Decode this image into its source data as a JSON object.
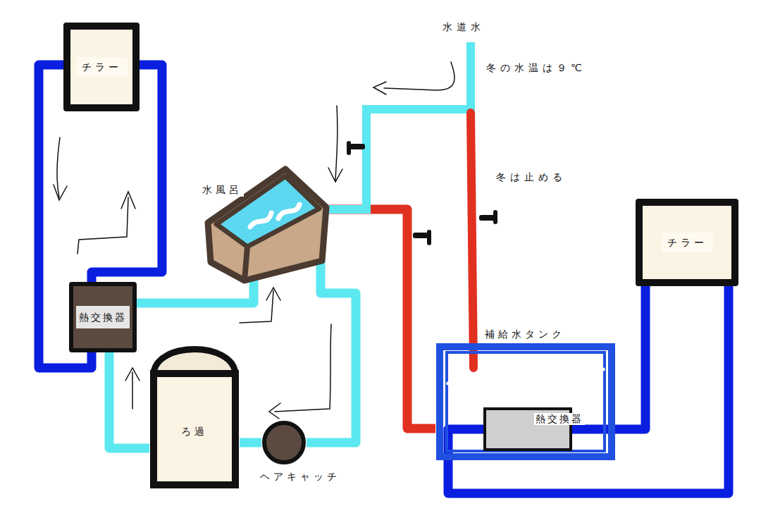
{
  "diagram": {
    "nodes": [
      {
        "text": [
          "チラー"
        ]
      },
      {
        "text": [
          "熱交換器"
        ]
      },
      {
        "text": [
          "水風呂"
        ]
      },
      {
        "text": [
          "ろ過"
        ]
      },
      {
        "text": [
          "ヘアキャッチ"
        ]
      },
      {
        "text": [
          "補給水タンク"
        ]
      },
      {
        "text": [
          "熱交換器"
        ],
        "in": 5
      },
      {
        "text": [
          "チラー"
        ]
      }
    ],
    "edges": [
      {
        "from": 0,
        "to": 1,
        "arrow": "none"
      },
      {
        "from": 1,
        "to": 2,
        "arrow": "none"
      },
      {
        "from": 2,
        "to": 4,
        "arrow": "none"
      },
      {
        "from": 4,
        "to": 3,
        "arrow": "none"
      },
      {
        "from": 3,
        "to": 1,
        "arrow": "none"
      },
      {
        "from": 5,
        "to": 2,
        "arrow": "none"
      },
      {
        "from": 7,
        "to": 6,
        "arrow": "none"
      }
    ],
    "labels": [
      "水道水",
      "冬の水温は９℃",
      "冬は止める"
    ]
  }
}
